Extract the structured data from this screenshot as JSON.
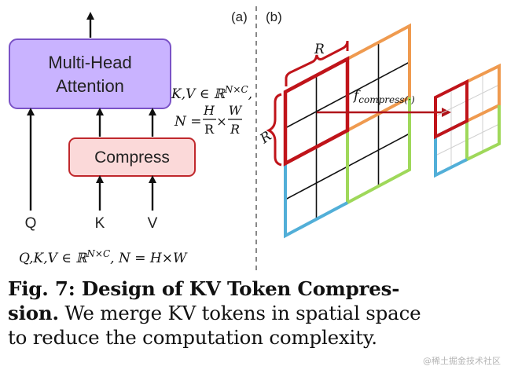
{
  "panels": {
    "a_label": "(a)",
    "b_label": "(b)"
  },
  "diagram_a": {
    "mha_label_line1": "Multi-Head",
    "mha_label_line2": "Attention",
    "compress_label": "Compress",
    "inputs": [
      "Q",
      "K",
      "V"
    ],
    "kv_def_line1": "K,V ∈ ℝ^{N×C},",
    "kv_def_n": "N =",
    "frac1_num": "H",
    "frac1_den": "R",
    "times": "×",
    "frac2_num": "W",
    "frac2_den": "R",
    "qkv_def": "Q,K,V ∈ ℝ^{N×C}, N = H×W"
  },
  "diagram_b": {
    "r_label_top": "R",
    "r_label_side": "R",
    "f_compress": "f_{compress(·)}"
  },
  "caption": {
    "label": "Fig. 7: Design of KV Token Compres-",
    "label2": "sion.",
    "rest_line2": " We merge KV tokens in spatial space",
    "line3": "to reduce the computation complexity."
  },
  "watermark": "@稀土掘金技术社区",
  "colors": {
    "mha_fill": "#c9b3ff",
    "mha_stroke": "#7a52c7",
    "compress_fill": "#fbd9d9",
    "compress_stroke": "#c0282c",
    "grid_orange": "#ef9a4f",
    "grid_green": "#9fd85a",
    "grid_blue": "#52afd8",
    "grid_red": "#c0141a"
  }
}
